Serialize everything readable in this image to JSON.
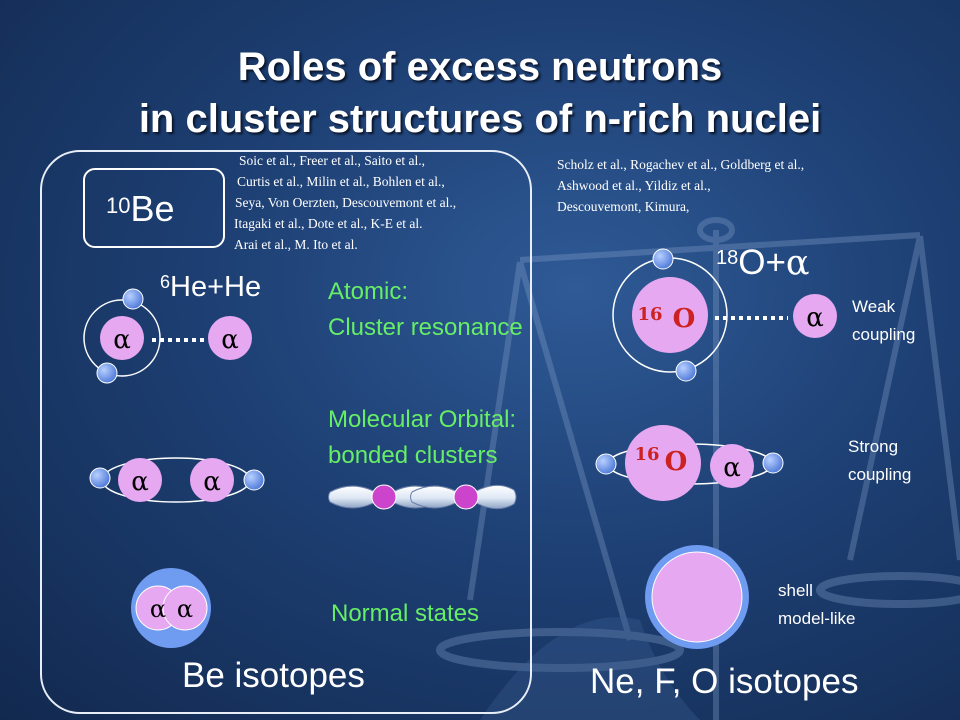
{
  "title": {
    "line1": "Roles of excess neutrons",
    "line2": "in cluster structures of n-rich nuclei"
  },
  "left": {
    "be10_mass": "10",
    "be10_symbol": "Be",
    "he6_mass": "6",
    "he6_text": "He+He",
    "refs": [
      "Soic et al., Freer et al., Saito et al.,",
      "Curtis et al., Milin et al., Bohlen et al.,",
      "Seya, Von Oerzten, Descouvemont et al.,",
      "Itagaki et al., Dote et al.,  K-E et al.",
      "Arai et al., M. Ito et al."
    ],
    "footer": "Be isotopes"
  },
  "middle": {
    "atomic_line1": "Atomic:",
    "atomic_line2": "Cluster resonance",
    "molecular_line1": "Molecular Orbital:",
    "molecular_line2": "bonded clusters",
    "normal": "Normal states"
  },
  "right": {
    "refs": [
      "Scholz et al., Rogachev et al., Goldberg et al.,",
      "Ashwood et al., Yildiz et al.,",
      "Descouvemont, Kimura,"
    ],
    "o18_mass": "18",
    "o18_text": "O+",
    "alpha_symbol": "α",
    "o16_mass": "16",
    "o16_symbol": "O",
    "weak_line1": "Weak",
    "weak_line2": "coupling",
    "strong_line1": "Strong",
    "strong_line2": "coupling",
    "shell_line1": "shell",
    "shell_line2": "model-like",
    "footer": "Ne, F, O isotopes"
  },
  "colors": {
    "background": "#1d3f73",
    "cluster_fill": "#e6a8f0",
    "neutron_fill": "#6f9bf0",
    "green_text": "#66ee66",
    "orbital_magenta": "#cc44cc"
  }
}
